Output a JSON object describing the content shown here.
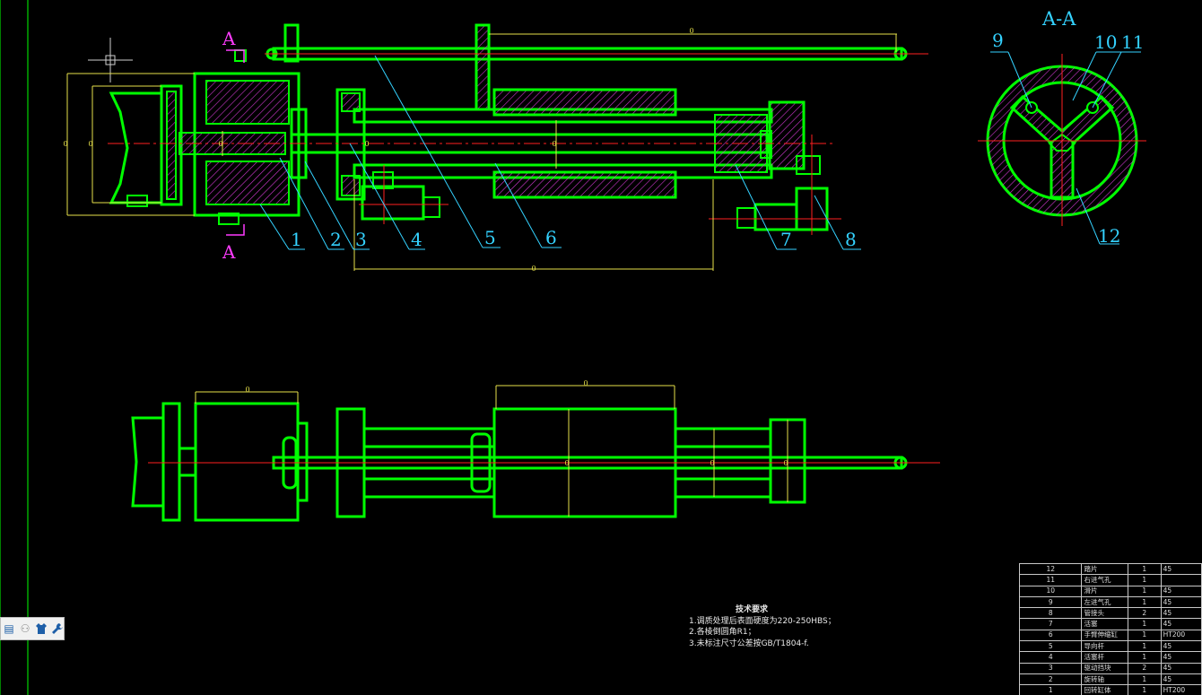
{
  "section_label": "A-A",
  "cut_marks": [
    "A",
    "A"
  ],
  "callouts": [
    "1",
    "2",
    "3",
    "4",
    "5",
    "6",
    "7",
    "8",
    "9",
    "10",
    "11",
    "12"
  ],
  "dim_placeholder": "0",
  "tech_requirements": {
    "title": "技术要求",
    "items": [
      "1.调质处理后表面硬度为220-250HBS；",
      "2.各棱倒圆角R1；",
      "3.未标注尺寸公差按GB/T1804-f."
    ]
  },
  "bom": [
    {
      "no": "12",
      "name": "踏片",
      "qty": "1",
      "mat": "45"
    },
    {
      "no": "11",
      "name": "右进气孔",
      "qty": "1",
      "mat": ""
    },
    {
      "no": "10",
      "name": "滑片",
      "qty": "1",
      "mat": "45"
    },
    {
      "no": "9",
      "name": "左进气孔",
      "qty": "1",
      "mat": "45"
    },
    {
      "no": "8",
      "name": "管接头",
      "qty": "2",
      "mat": "45"
    },
    {
      "no": "7",
      "name": "活塞",
      "qty": "1",
      "mat": "45"
    },
    {
      "no": "6",
      "name": "手臂伸缩缸",
      "qty": "1",
      "mat": "HT200"
    },
    {
      "no": "5",
      "name": "导向杆",
      "qty": "1",
      "mat": "45"
    },
    {
      "no": "4",
      "name": "活塞杆",
      "qty": "1",
      "mat": "45"
    },
    {
      "no": "3",
      "name": "驱动挡块",
      "qty": "2",
      "mat": "45"
    },
    {
      "no": "2",
      "name": "旋转轴",
      "qty": "1",
      "mat": "45"
    },
    {
      "no": "1",
      "name": "回转缸体",
      "qty": "1",
      "mat": "HT200"
    }
  ],
  "toolbar_icons": [
    "layers-icon",
    "users-icon",
    "shirt-icon",
    "wrench-icon"
  ],
  "colors": {
    "outline": "#00ff00",
    "hatch": "#ff3bff",
    "leader": "#34d2ff",
    "center": "#ff2020",
    "dim": "#e6e04a",
    "bg": "#000000"
  }
}
